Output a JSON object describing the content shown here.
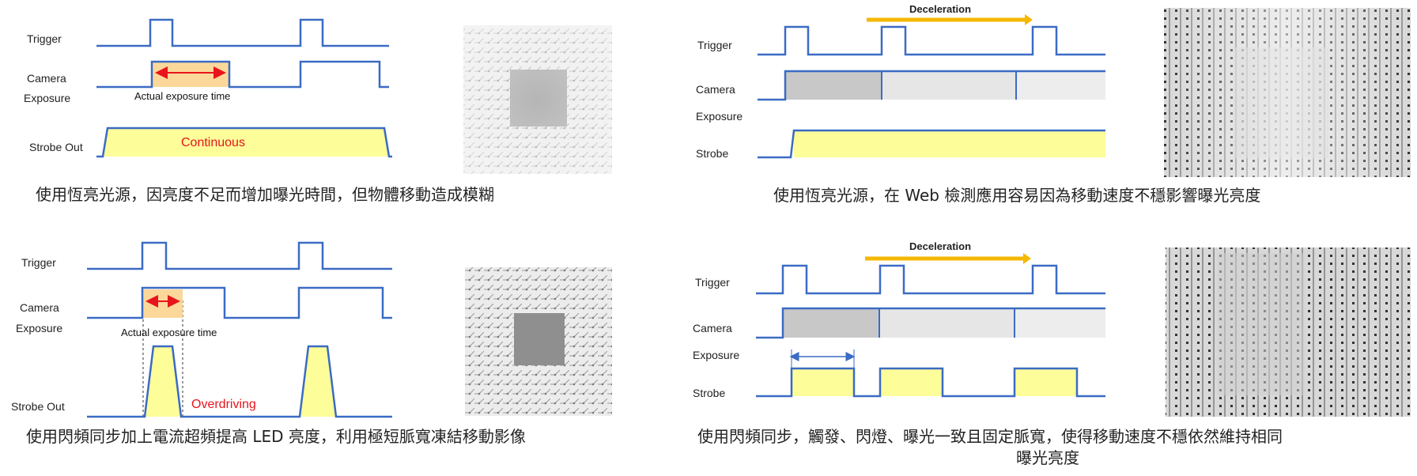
{
  "colors": {
    "signal": "#3b6bc4",
    "strobe_fill": "#fdfd9a",
    "exposure_fill": "#fbd89a",
    "exposure_dark": "#c8c8c8",
    "exposure_light": "#e6e6e6",
    "arrow_red": "#e8141c",
    "deceleration_arrow": "#f5b800"
  },
  "panels": {
    "top_left": {
      "trigger": "Trigger",
      "camera": "Camera",
      "exposure": "Exposure",
      "strobe": "Strobe Out",
      "note": "Actual exposure time",
      "mode": "Continuous",
      "image": "blurred-chip-image",
      "caption": "使用恆亮光源，因亮度不足而增加曝光時間，但物體移動造成模糊"
    },
    "top_right": {
      "deceleration": "Deceleration",
      "trigger": "Trigger",
      "camera": "Camera",
      "exposure": "Exposure",
      "strobe": "Strobe",
      "image": "web-inspection-uneven-image",
      "caption": "使用恆亮光源，在 Web 檢測應用容易因為移動速度不穩影響曝光亮度"
    },
    "bottom_left": {
      "trigger": "Trigger",
      "camera": "Camera",
      "exposure": "Exposure",
      "strobe": "Strobe Out",
      "note": "Actual exposure time",
      "mode": "Overdriving",
      "image": "sharp-chip-image",
      "caption": "使用閃頻同步加上電流超頻提高 LED 亮度，利用極短脈寬凍結移動影像"
    },
    "bottom_right": {
      "deceleration": "Deceleration",
      "trigger": "Trigger",
      "camera": "Camera",
      "exposure": "Exposure",
      "strobe": "Strobe",
      "image": "web-inspection-even-image",
      "caption_line1": "使用閃頻同步，觸發、閃燈、曝光一致且固定脈寬，使得移動速度不穩依然維持相同",
      "caption_line2": "曝光亮度"
    }
  }
}
